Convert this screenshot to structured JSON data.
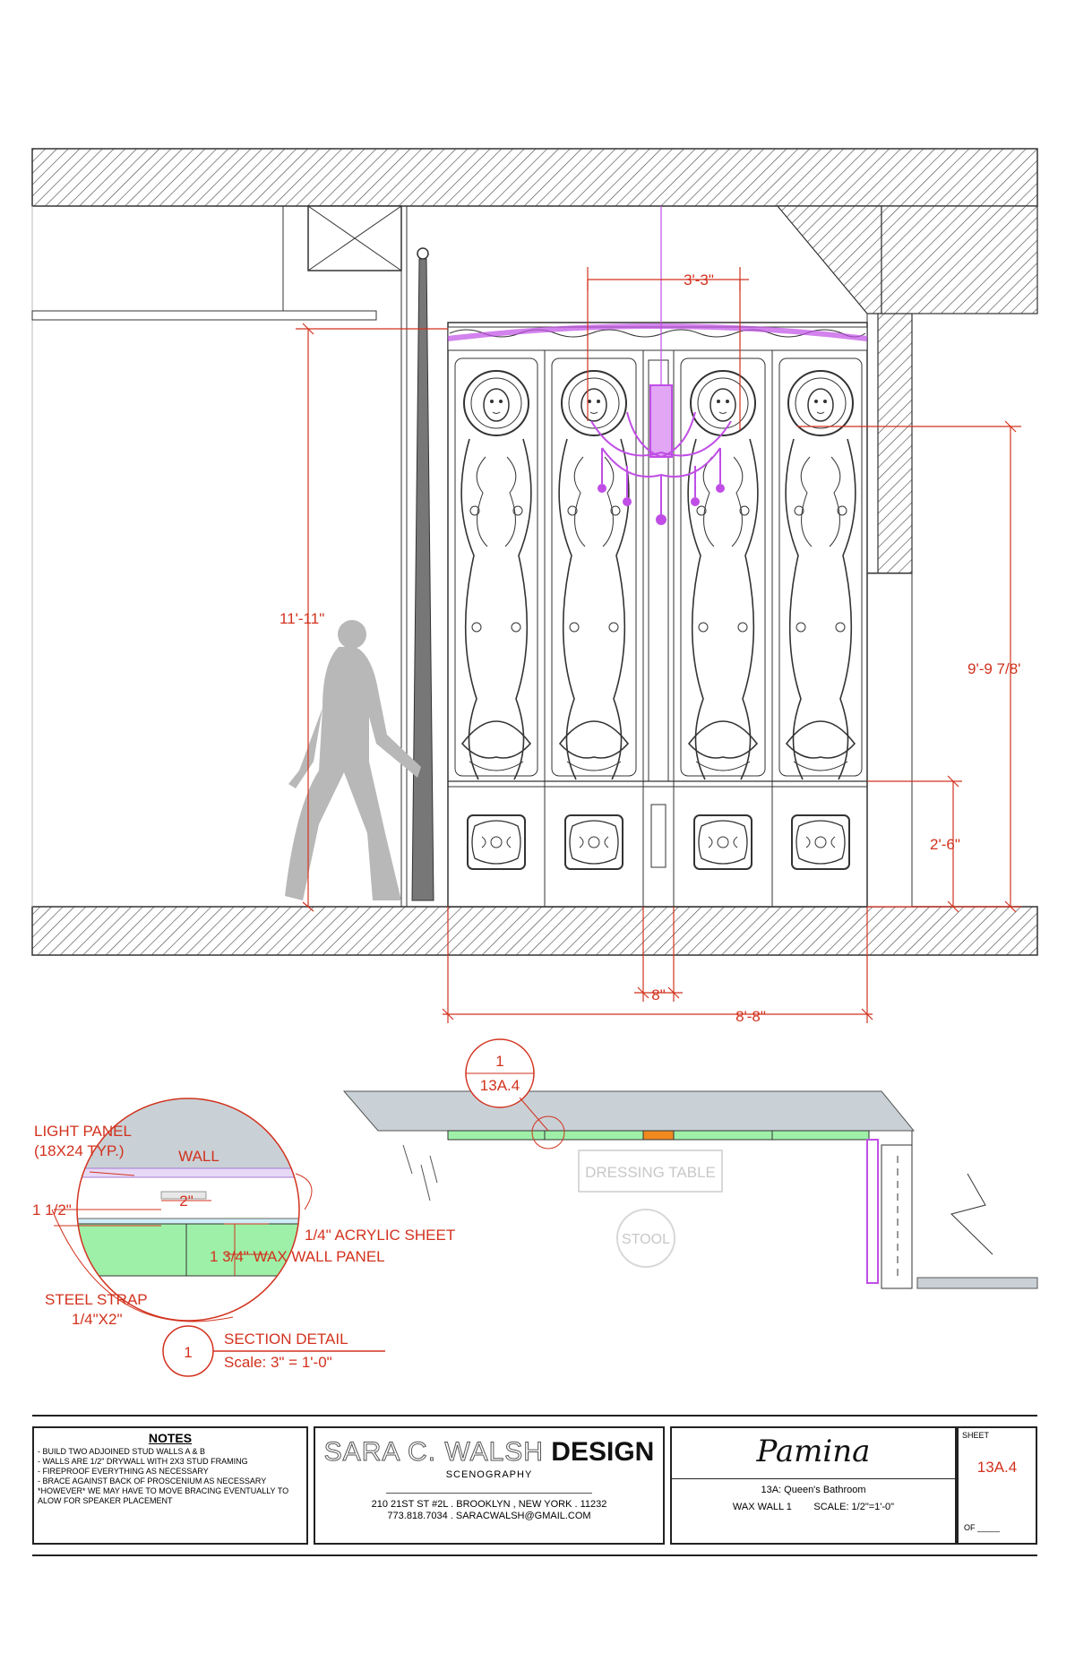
{
  "elevation": {
    "dimensions": {
      "top_width": "3'-3\"",
      "overall_height": "11'-11\"",
      "panel_height": "9'-9 7/8'",
      "dado_height": "2'-6\"",
      "center_gap": "8\"",
      "overall_width": "8'-8\""
    }
  },
  "plan": {
    "callout": {
      "number": "1",
      "sheet": "13A.4"
    },
    "dressing_table": "DRESSING TABLE",
    "stool": "STOOL"
  },
  "section_detail": {
    "light_panel": "LIGHT PANEL",
    "light_panel_size": "(18X24 TYP.)",
    "wall": "WALL",
    "dim_2": "2\"",
    "dim_1_half": "1 1/2\"",
    "acrylic": "1/4\" ACRYLIC SHEET",
    "wax_panel": "1 3/4\"  WAX WALL PANEL",
    "steel_strap": "STEEL STRAP",
    "steel_strap_size": "1/4\"X2\"",
    "detail_number": "1",
    "title": "SECTION DETAIL",
    "scale": "Scale: 3\" = 1'-0\""
  },
  "title_block": {
    "notes_title": "NOTES",
    "notes": [
      "- BUILD TWO ADJOINED STUD WALLS A & B",
      "- WALLS ARE 1/2\" DRYWALL WITH 2X3 STUD FRAMING",
      "- FIREPROOF EVERYTHING AS NECESSARY",
      "- BRACE AGAINST BACK OF PROSCENIUM AS NECESSARY",
      "*HOWEVER* WE MAY HAVE TO MOVE BRACING EVENTUALLY TO",
      "ALOW FOR  SPEAKER PLACEMENT"
    ],
    "firm_name": "SARA C. WALSH",
    "firm_suffix": "DESIGN",
    "firm_subtitle": "SCENOGRAPHY",
    "address": "210 21ST ST #2L   .   BROOKLYN , NEW YORK .  11232",
    "contact": "773.818.7034  .  SARACWALSH@GMAIL.COM",
    "production": "Pamina",
    "drawing_title": "13A:  Queen's Bathroom",
    "drawing_name": "WAX WALL 1",
    "drawing_scale": "SCALE: 1/2\"=1'-0\"",
    "sheet_label": "SHEET",
    "sheet_number": "13A.4",
    "of_label": "OF _____"
  },
  "colors": {
    "dimension": "#d2321e",
    "chandelier": "#c04ee6",
    "wax_panel": "#9ef0a8",
    "floor_slab": "#c9d1d6"
  }
}
